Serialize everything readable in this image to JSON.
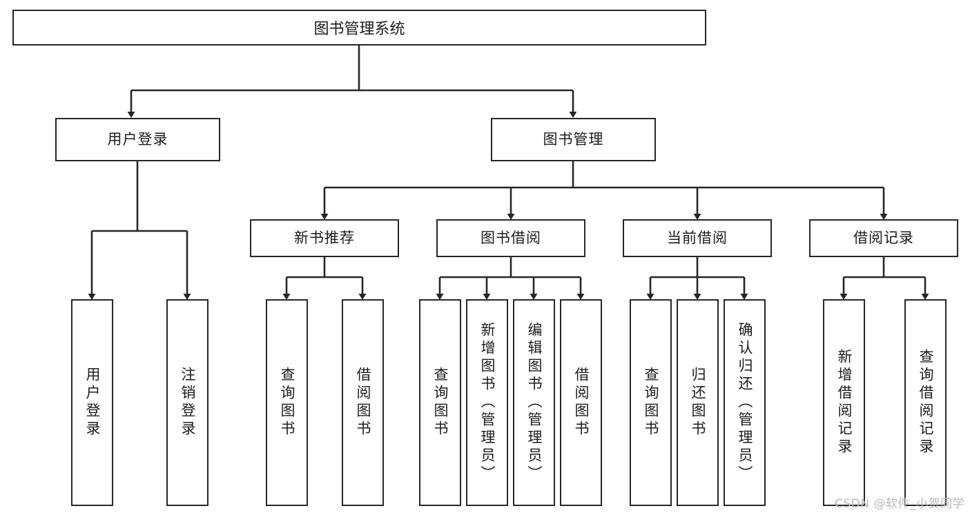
{
  "diagram": {
    "title": "图书管理系统",
    "type": "hierarchy-tree",
    "watermark": "CSDN @软件_小贺同学",
    "colors": {
      "box_border": "#262626",
      "box_fill": "#ffffff",
      "connector": "#262626",
      "text": "#1c1c1c",
      "watermark": "#b8b8b8"
    },
    "nodes": {
      "root": {
        "label": "图书管理系统",
        "level": 1
      },
      "user_login": {
        "label": "用户登录",
        "level": 2
      },
      "book_manage": {
        "label": "图书管理",
        "level": 2
      },
      "new_book_rec": {
        "label": "新书推荐",
        "level": 3
      },
      "book_borrow": {
        "label": "图书借阅",
        "level": 3
      },
      "current_borrow": {
        "label": "当前借阅",
        "level": 3
      },
      "borrow_record": {
        "label": "借阅记录",
        "level": 3
      },
      "leaf_user_login": {
        "label": "用户登录",
        "level": 3
      },
      "leaf_logout": {
        "label": "注销登录",
        "level": 3
      },
      "leaf_query_book_1": {
        "label": "查询图书",
        "level": 4
      },
      "leaf_borrow_book_1": {
        "label": "借阅图书",
        "level": 4
      },
      "leaf_query_book_2": {
        "label": "查询图书",
        "level": 4
      },
      "leaf_add_book": {
        "label": "新增图书（管理员）",
        "level": 4
      },
      "leaf_edit_book": {
        "label": "编辑图书（管理员）",
        "level": 4
      },
      "leaf_borrow_book_2": {
        "label": "借阅图书",
        "level": 4
      },
      "leaf_query_book_3": {
        "label": "查询图书",
        "level": 4
      },
      "leaf_return_book": {
        "label": "归还图书",
        "level": 4
      },
      "leaf_confirm_return": {
        "label": "确认归还（管理员）",
        "level": 4
      },
      "leaf_add_record": {
        "label": "新增借阅记录",
        "level": 4
      },
      "leaf_query_record": {
        "label": "查询借阅记录",
        "level": 4
      }
    }
  }
}
